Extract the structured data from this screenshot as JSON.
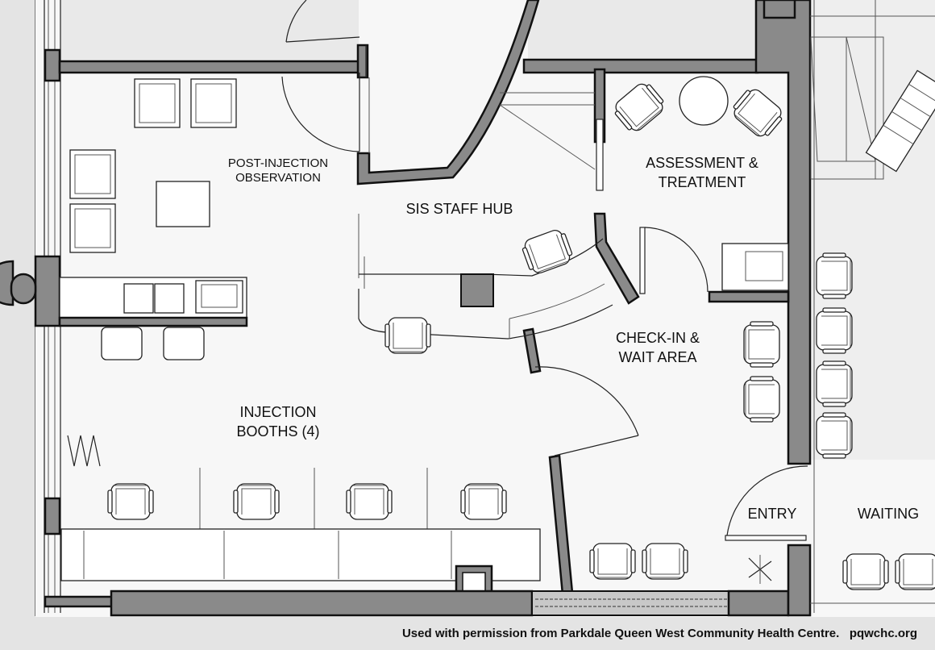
{
  "rooms": {
    "post_injection": [
      "POST-INJECTION",
      "OBSERVATION"
    ],
    "staff_hub": "SIS STAFF HUB",
    "assessment": [
      "ASSESSMENT &",
      "TREATMENT"
    ],
    "checkin": [
      "CHECK-IN &",
      "WAIT AREA"
    ],
    "injection": [
      "INJECTION",
      "BOOTHS (4)"
    ],
    "entry": "ENTRY",
    "waiting": "WAITING"
  },
  "credit": "Used with permission from Parkdale Queen West Community Health Centre.   pqwchc.org",
  "colors": {
    "background": "#e4e4e4",
    "floor": "#f7f7f7",
    "wall": "#8a8a8a",
    "line": "#222222"
  }
}
